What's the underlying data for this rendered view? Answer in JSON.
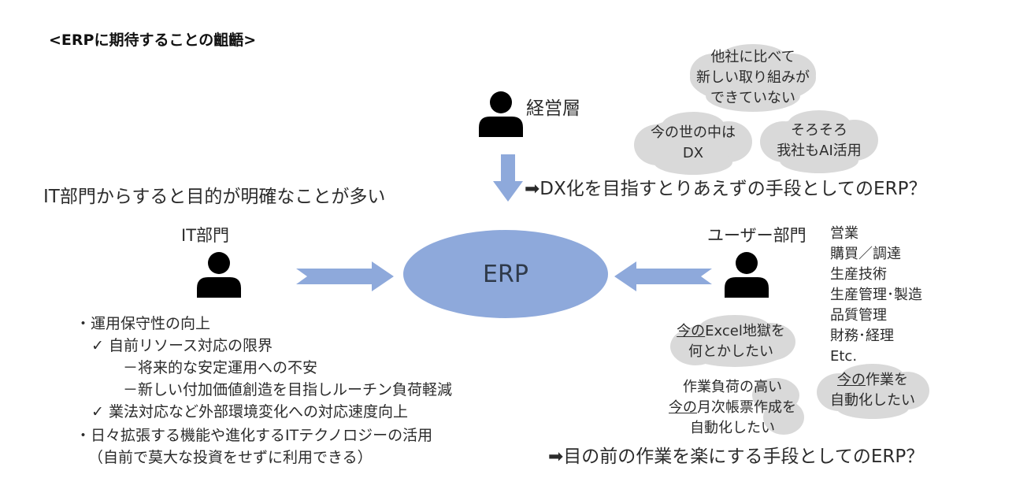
{
  "title": "<ERPに期待することの齟齬>",
  "it_note": "IT部門からすると目的が明確なことが多い",
  "erp_label": "ERP",
  "management": {
    "label": "経営層",
    "conclusion_arrow": "➡",
    "conclusion": "DX化を目指すとりあえずの手段としてのERP？",
    "cloud1": [
      "他社に比べて",
      "新しい取り組みが",
      "できていない"
    ],
    "cloud2": [
      "今の世の中は",
      "DX"
    ],
    "cloud3": [
      "そろそろ",
      "我社もAI活用"
    ]
  },
  "it_dept": {
    "label": "IT部門",
    "bullets": [
      "・運用保守性の向上",
      "✓ 自前リソース対応の限界",
      "－将来的な安定運用への不安",
      "－新しい付加価値創造を目指しルーチン負荷軽減",
      "✓ 業法対応など外部環境変化への対応速度向上",
      "・日々拡張する機能や進化するITテクノロジーの活用",
      "（自前で莫大な投資をせずに利用できる）"
    ]
  },
  "user_dept": {
    "label": "ユーザー部門",
    "departments": [
      "営業",
      "購買／調達",
      "生産技術",
      "生産管理･製造",
      "品質管理",
      "財務･経理",
      "Etc."
    ],
    "cloud_excel": {
      "prefix": "今の",
      "rest": "Excel地獄を",
      "line2": "何とかしたい"
    },
    "cloud_task": {
      "prefix": "今の",
      "rest": "作業を",
      "line2": "自動化したい"
    },
    "cloud_report": {
      "line1": "作業負荷の高い",
      "prefix": "今の",
      "rest": "月次帳票作成を",
      "line3": "自動化したい"
    },
    "conclusion_arrow": "➡",
    "conclusion": "目の前の作業を楽にする手段としてのERP？"
  },
  "colors": {
    "accent": "#8ea9db",
    "cloud": "#d9d9d9",
    "person": "#000000"
  }
}
